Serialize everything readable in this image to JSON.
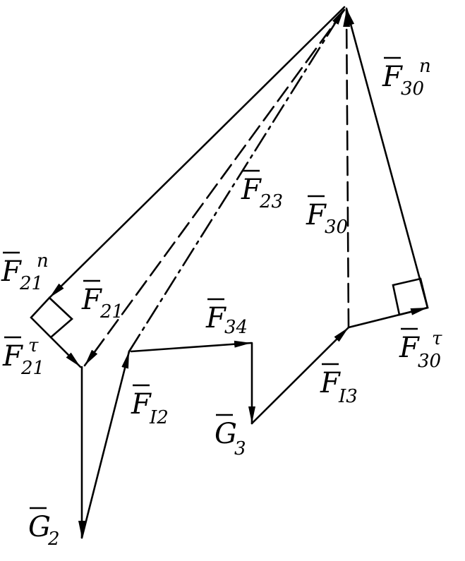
{
  "labels": {
    "F30n": {
      "main": "F",
      "sub": "30",
      "sup": "n"
    },
    "F23": {
      "main": "F",
      "sub": "23"
    },
    "F30": {
      "main": "F",
      "sub": "30"
    },
    "F21n": {
      "main": "F",
      "sub": "21",
      "sup": "n"
    },
    "F21": {
      "main": "F",
      "sub": "21"
    },
    "F21t": {
      "main": "F",
      "sub": "21",
      "sup": "τ"
    },
    "F34": {
      "main": "F",
      "sub": "34"
    },
    "F30t": {
      "main": "F",
      "sub": "30",
      "sup": "τ"
    },
    "F12": {
      "main": "F",
      "sub": "I2"
    },
    "F13": {
      "main": "F",
      "sub": "I3"
    },
    "G3": {
      "main": "G",
      "sub": "3"
    },
    "G2": {
      "main": "G",
      "sub": "2"
    }
  }
}
